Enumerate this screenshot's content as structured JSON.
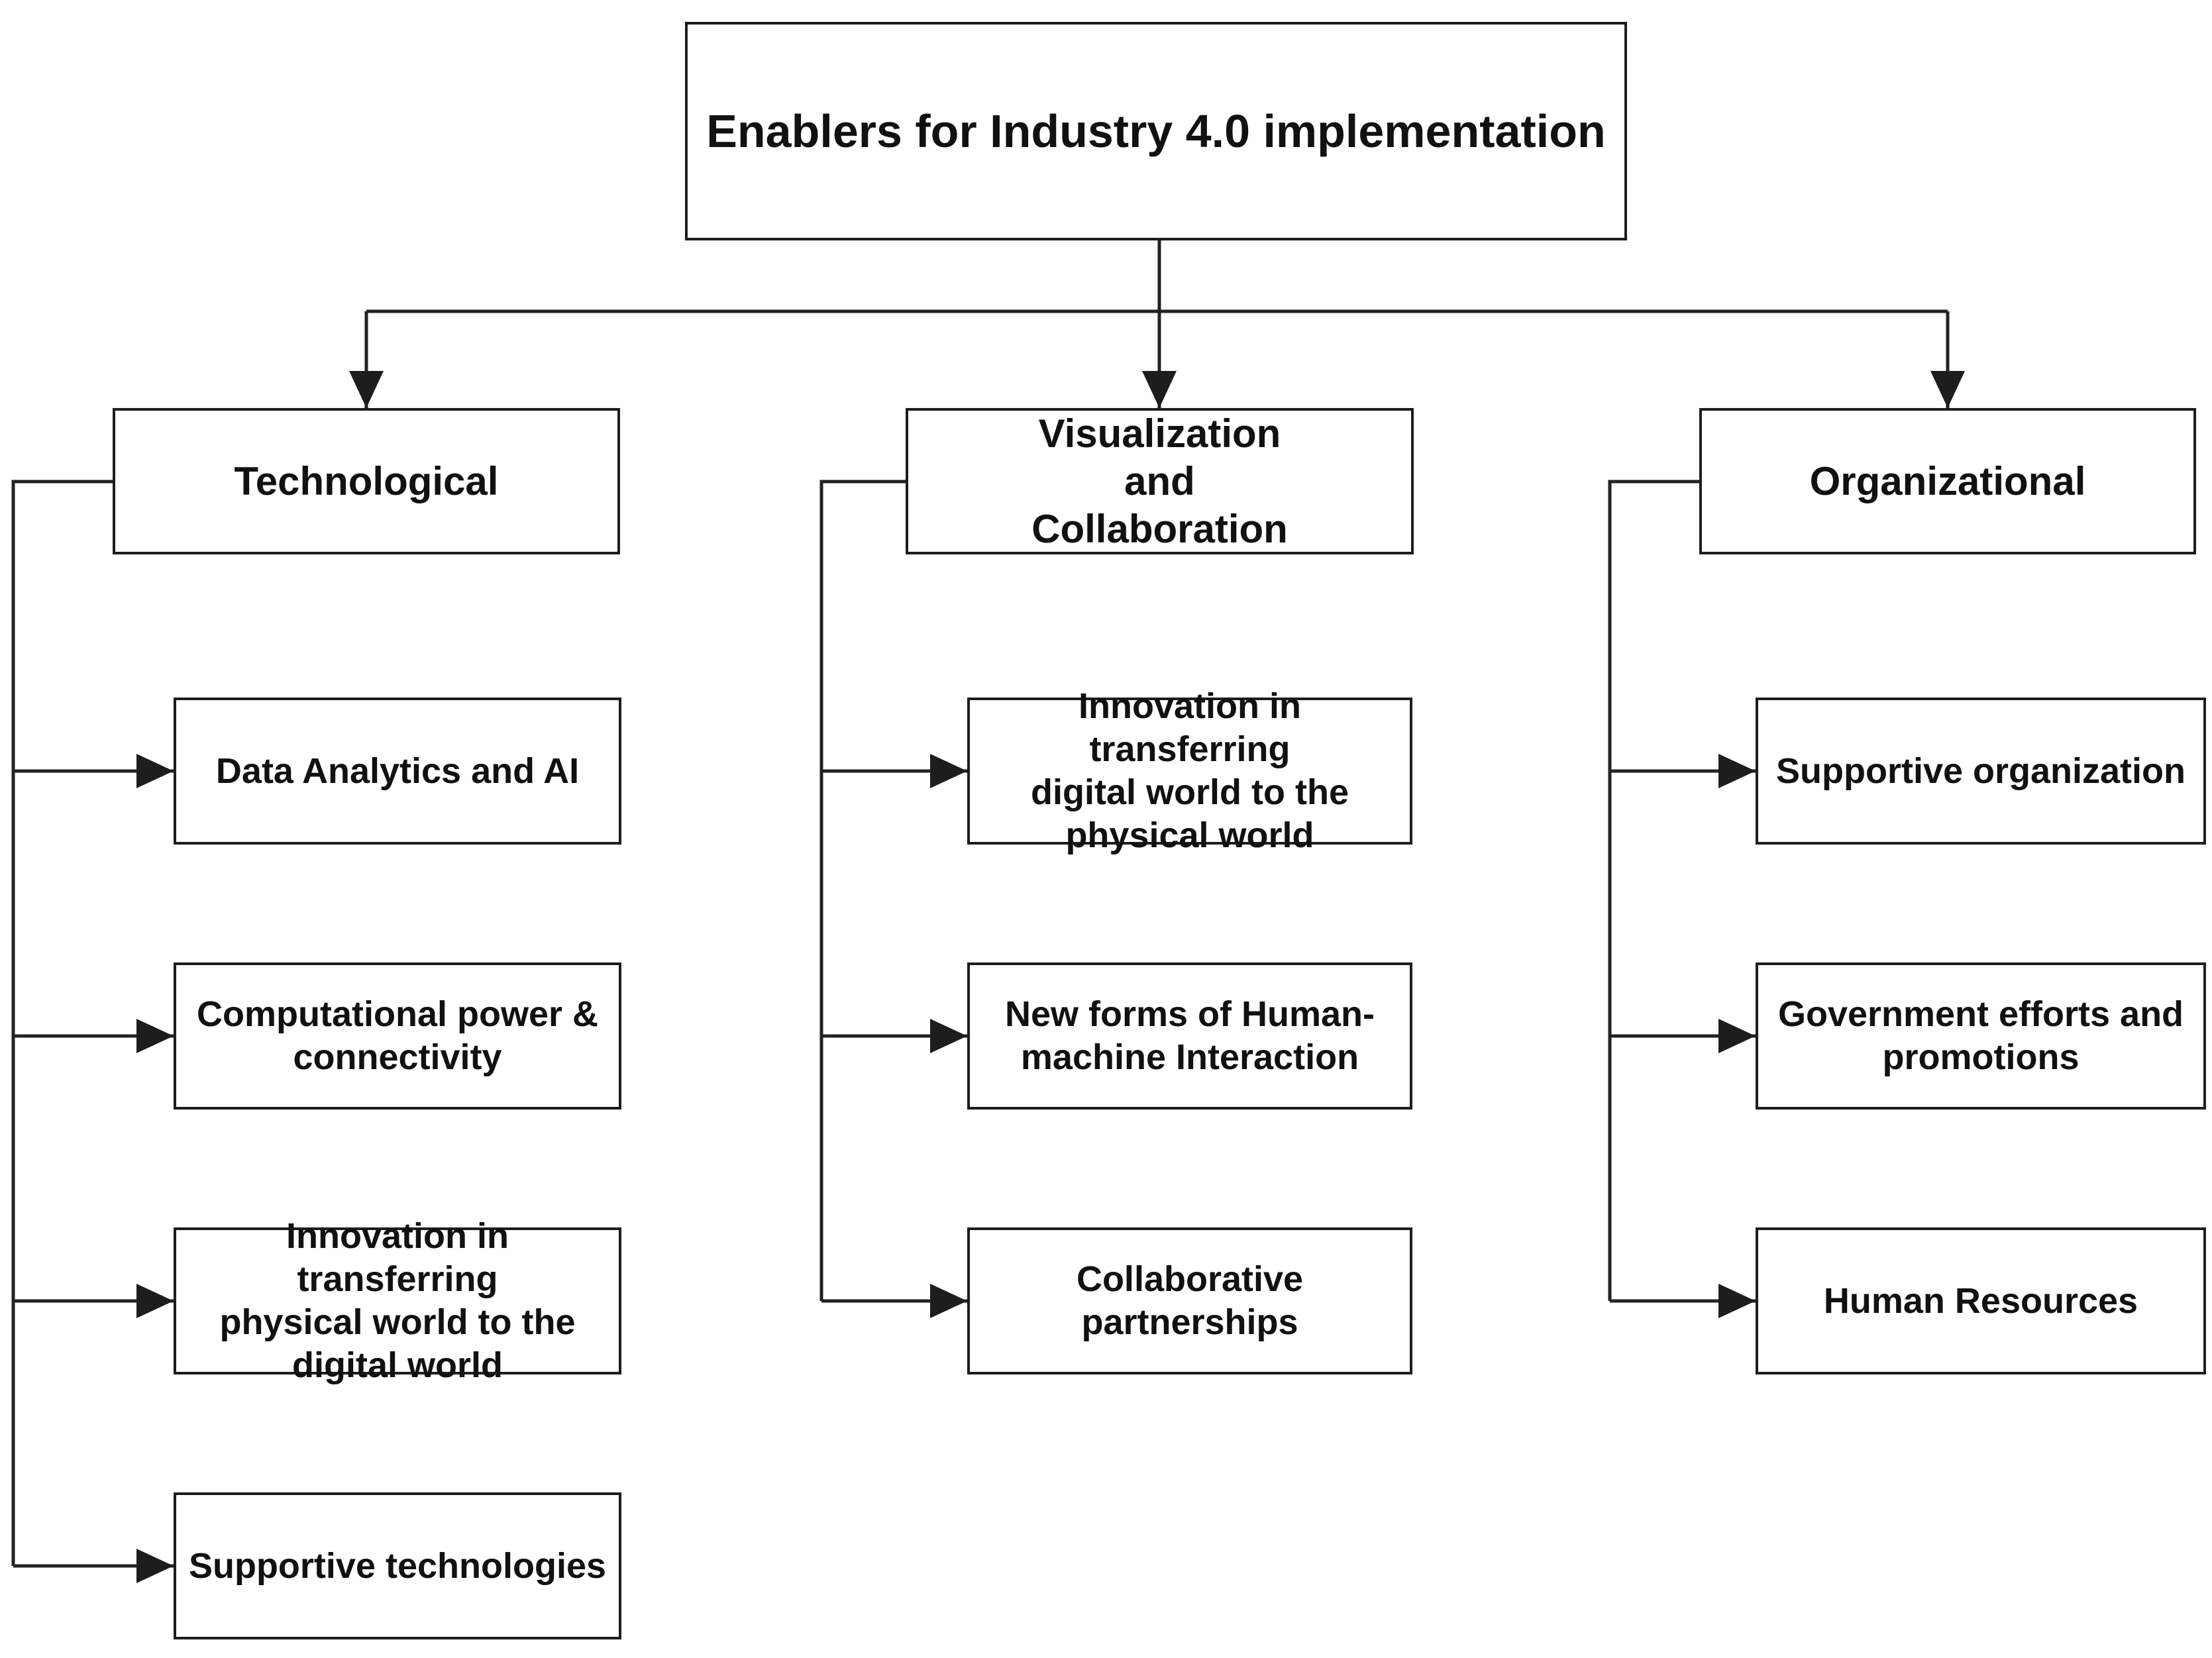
{
  "diagram": {
    "title": "Enablers for Industry 4.0 implementation",
    "columns": [
      {
        "id": "technological",
        "header": "Technological",
        "items": [
          "Data Analytics and AI",
          "Computational power &\nconnectivity",
          "Innovation in transferring\nphysical world to the\ndigital world",
          "Supportive technologies"
        ]
      },
      {
        "id": "visualization-and-collaboration",
        "header": "Visualization\nand\nCollaboration",
        "items": [
          "Innovation in transferring\ndigital world to the\nphysical world",
          "New forms of Human-\nmachine Interaction",
          "Collaborative\npartnerships"
        ]
      },
      {
        "id": "organizational",
        "header": "Organizational",
        "items": [
          "Supportive organization",
          "Government efforts and\npromotions",
          "Human Resources"
        ]
      }
    ],
    "colors": {
      "line": "#222222",
      "border": "#1d1d1d",
      "text": "#111111",
      "background": "#ffffff"
    }
  }
}
